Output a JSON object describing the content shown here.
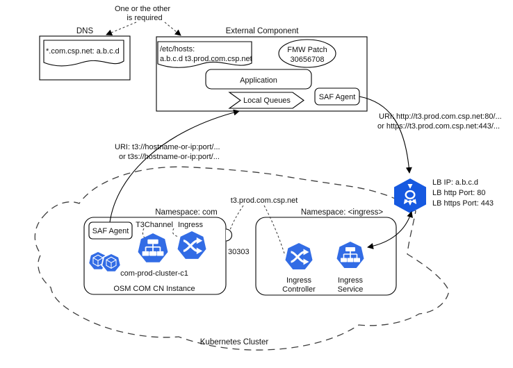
{
  "colors": {
    "k8s_blue": "#326CE5",
    "lb_blue": "#1659E0",
    "line": "#000000"
  },
  "annotation": {
    "line1": "One or the other",
    "line2": "is required"
  },
  "dns": {
    "title": "DNS",
    "record": "*.com.csp.net: a.b.c.d"
  },
  "external_component": {
    "title": "External Component",
    "etc_hosts_line1": "/etc/hosts:",
    "etc_hosts_line2": "a.b.c.d t3.prod.com.csp.net",
    "fmw_patch_line1": "FMW Patch",
    "fmw_patch_line2": "30656708",
    "application_label": "Application",
    "local_queues_label": "Local Queues",
    "saf_agent_label": "SAF Agent"
  },
  "uri_http_annotation": {
    "line1": "URI: http://t3.prod.com.csp.net:80/...",
    "line2": "or https://t3.prod.com.csp.net:443/..."
  },
  "uri_t3_annotation": {
    "line1": "URI: t3://hostname-or-ip:port/...",
    "line2": "or t3s://hostname-or-ip:port/..."
  },
  "load_balancer": {
    "line1": "LB IP: a.b.c.d",
    "line2": "LB http Port: 80",
    "line3": "LB https Port: 443"
  },
  "hostname_annotation": "t3.prod.com.csp.net",
  "namespace_com": {
    "title": "Namespace: com",
    "saf_agent_label": "SAF Agent",
    "t3channel_label": "T3Channel",
    "ingress_label": "Ingress",
    "nodeport": "30303",
    "cluster_name": "com-prod-cluster-c1",
    "instance_label": "OSM COM CN Instance"
  },
  "namespace_ingress": {
    "title": "Namespace: <ingress>",
    "controller_label_line1": "Ingress",
    "controller_label_line2": "Controller",
    "service_label_line1": "Ingress",
    "service_label_line2": "Service"
  },
  "kubernetes_cluster_label": "Kubernetes Cluster",
  "icons": {
    "load_balancer": "hexagon-load-balancer",
    "service": "heptagon-service",
    "ingress": "heptagon-ingress",
    "pod": "heptagon-pod"
  }
}
